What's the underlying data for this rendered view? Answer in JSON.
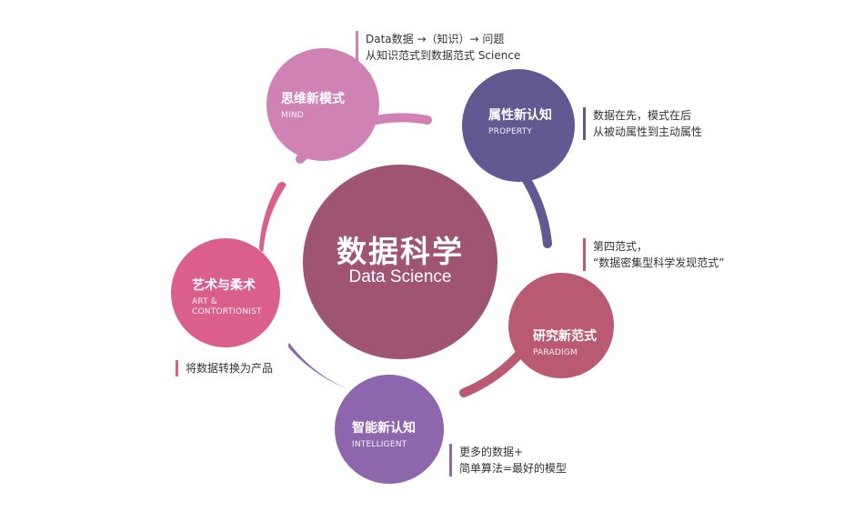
{
  "colors": {
    "mind": "#cf82b3",
    "property": "#625892",
    "research": "#b95a72",
    "intelligent": "#8d66ae",
    "art": "#da5f8d",
    "center": "#a05474",
    "ring": "#ffffff"
  },
  "center": {
    "title": "数据科学",
    "subtitle": "Data Science"
  },
  "nodes": {
    "mind": {
      "title": "思维新模式",
      "sub": [
        "MIND"
      ]
    },
    "property": {
      "title": "属性新认知",
      "sub": [
        "PROPERTY"
      ]
    },
    "research": {
      "title": "研究新范式",
      "sub": [
        "PARADIGM"
      ]
    },
    "intelligent": {
      "title": "智能新认知",
      "sub": [
        "INTELLIGENT"
      ]
    },
    "art": {
      "title": "艺术与柔术",
      "sub": [
        "ART &",
        "CONTORTIONIST"
      ]
    }
  },
  "notes": {
    "mind": [
      "Data数据 →（知识）→ 问题",
      "从知识范式到数据范式 Science"
    ],
    "property": [
      "数据在先，模式在后",
      "从被动属性到主动属性"
    ],
    "research": [
      " 第四范式，",
      "“数据密集型科学发现范式”"
    ],
    "intelligent": [
      "更多的数据+",
      "简单算法=最好的模型"
    ],
    "art": [
      "将数据转换为产品"
    ]
  }
}
